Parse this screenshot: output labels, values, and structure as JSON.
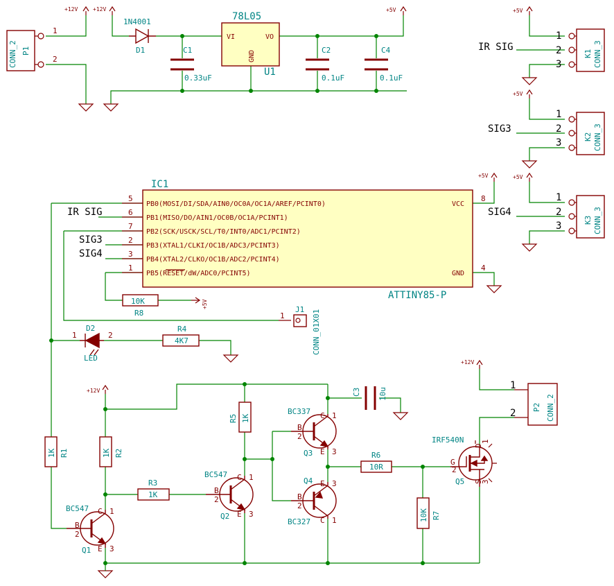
{
  "power": {
    "l2v": "+12V",
    "p5v": "+5V"
  },
  "p1": {
    "ref": "P1",
    "value": "CONN_2",
    "pin1": "1",
    "pin2": "2"
  },
  "d1": {
    "ref": "D1",
    "value": "1N4001"
  },
  "u1": {
    "ref": "U1",
    "value": "78L05",
    "vi": "VI",
    "vo": "VO",
    "gnd": "GND"
  },
  "c1": {
    "ref": "C1",
    "value": "0.33uF"
  },
  "c2": {
    "ref": "C2",
    "value": "0.1uF"
  },
  "c4": {
    "ref": "C4",
    "value": "0.1uF"
  },
  "k1": {
    "ref": "K1",
    "value": "CONN_3",
    "pins": [
      "1",
      "2",
      "3"
    ],
    "net": "IR SIG"
  },
  "k2": {
    "ref": "K2",
    "value": "CONN_3",
    "pins": [
      "1",
      "2",
      "3"
    ],
    "net": "SIG3"
  },
  "k3": {
    "ref": "K3",
    "value": "CONN_3",
    "pins": [
      "1",
      "2",
      "3"
    ],
    "net": "SIG4"
  },
  "ic1": {
    "ref": "IC1",
    "value": "ATTINY85-P",
    "pins_left": [
      {
        "num": "5",
        "name": "PB0(MOSI/DI/SDA/AIN0/OC0A/OC1A/AREF/PCINT0)"
      },
      {
        "num": "6",
        "name": "PB1(MISO/DO/AIN1/OC0B/OC1A/PCINT1)"
      },
      {
        "num": "7",
        "name": "PB2(SCK/USCK/SCL/T0/INT0/ADC1/PCINT2)"
      },
      {
        "num": "2",
        "name": "PB3(XTAL1/CLKI/OC1B/ADC3/PCINT3)"
      },
      {
        "num": "3",
        "name": "PB4(XTAL2/CLKO/OC1B/ADC2/PCINT4)"
      },
      {
        "num": "1",
        "name": "PB5(RESET/dW/ADC0/PCINT5)"
      }
    ],
    "vcc": "VCC",
    "vcc_num": "8",
    "gnd": "GND",
    "gnd_num": "4",
    "net_pb1": "IR SIG",
    "net_pb3": "SIG3",
    "net_pb4": "SIG4"
  },
  "r8": {
    "ref": "R8",
    "value": "10K"
  },
  "j1": {
    "ref": "J1",
    "value": "CONN_01X01",
    "pin": "1"
  },
  "d2": {
    "ref": "D2",
    "value": "LED",
    "pin1": "1",
    "pin2": "2"
  },
  "r4": {
    "ref": "R4",
    "value": "4K7"
  },
  "r1": {
    "ref": "R1",
    "value": "1K"
  },
  "r2": {
    "ref": "R2",
    "value": "1K"
  },
  "r3": {
    "ref": "R3",
    "value": "1K"
  },
  "r5": {
    "ref": "R5",
    "value": "1K"
  },
  "r6": {
    "ref": "R6",
    "value": "10R"
  },
  "r7": {
    "ref": "R7",
    "value": "10K"
  },
  "c3": {
    "ref": "C3",
    "value": "10u"
  },
  "q1": {
    "ref": "Q1",
    "value": "BC547"
  },
  "q2": {
    "ref": "Q2",
    "value": "BC547"
  },
  "q3": {
    "ref": "Q3",
    "value": "BC337"
  },
  "q4": {
    "ref": "Q4",
    "value": "BC327"
  },
  "q5": {
    "ref": "Q5",
    "value": "IRF540N"
  },
  "p2": {
    "ref": "P2",
    "value": "CONN_2",
    "pin1": "1",
    "pin2": "2"
  },
  "bjt_pins": {
    "b": "B",
    "c": "C",
    "e": "E",
    "n1": "1",
    "n2": "2",
    "n3": "3"
  },
  "fet_pins": {
    "g": "G",
    "d": "D",
    "s": "S",
    "n1": "1",
    "n2": "2",
    "n3": "3"
  }
}
